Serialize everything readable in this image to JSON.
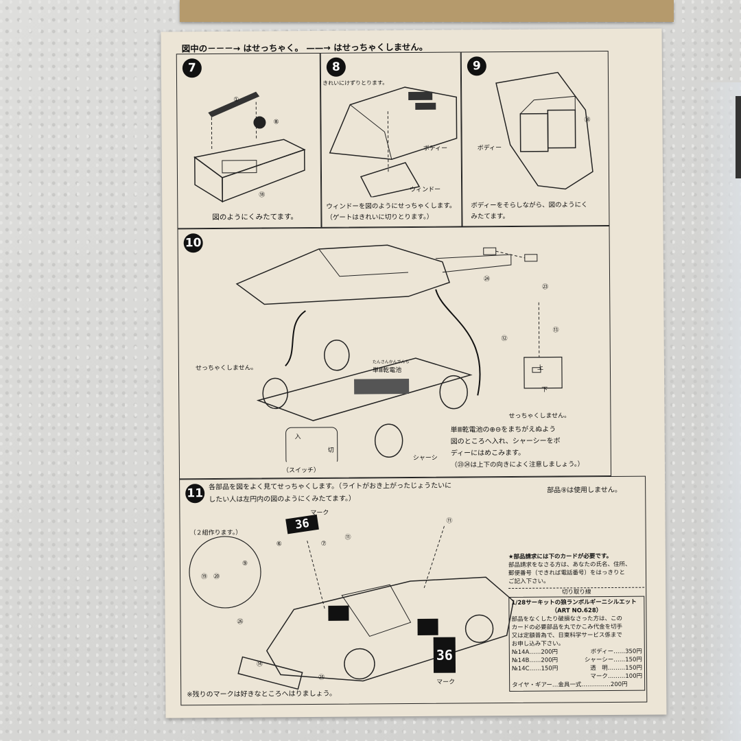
{
  "header": {
    "legend": "図中の－－－→ はせっちゃく。 ——→ はせっちゃくしません。"
  },
  "steps": {
    "s7": {
      "num": "7",
      "caption": "図のようにくみたてます。",
      "parts": [
        "①",
        "⑧",
        "⑱"
      ]
    },
    "s8": {
      "num": "8",
      "note": "きれいにけずりとります。",
      "body_label": "ボディー",
      "window_label": "ウィンドー",
      "caption1": "ウィンドーを図のようにせっちゃくします。",
      "caption2": "（ゲートはきれいに切りとります。）"
    },
    "s9": {
      "num": "9",
      "body_label": "ボディー",
      "part": "⑱",
      "caption1": "ボディーをそらしながら、図のようにく",
      "caption2": "みたてます。"
    },
    "s10": {
      "num": "10",
      "no_glue1": "せっちゃくしません。",
      "no_glue2": "せっちゃくしません。",
      "battery_ruby": "たんさんかんでんち",
      "battery": "単Ⅲ乾電池",
      "chassis": "シャーシ",
      "switch": "（スイッチ）",
      "sw_on": "入",
      "sw_off": "切",
      "up": "上",
      "down": "下",
      "parts": [
        "㉔",
        "㉓",
        "⑬",
        "⑫"
      ],
      "note1": "単Ⅲ乾電池の⊕⊖をまちがえぬよう",
      "note2": "図のところへ入れ、シャーシーをボ",
      "note3": "ディーにはめこみます。",
      "note4": "（㉓㉔は上下の向きによく注意しましょう。）"
    },
    "s11": {
      "num": "11",
      "text1": "各部品を図をよく見てせっちゃくします。（ライトがおき上がったじょうたいに",
      "text2": "したい人は左円内の図のようにくみたてます。）",
      "unused": "部品⑨は使用しません。",
      "two_sets": "（２組作ります。）",
      "mark": "マーク",
      "mark2": "マーク",
      "decal": "36",
      "parts": [
        "⑥",
        "⑦",
        "⑪",
        "⑪",
        "⑲",
        "⑳",
        "⑨",
        "㉖",
        "⑭",
        "㉕"
      ],
      "footer": "※残りのマークは好きなところへはりましょう。"
    }
  },
  "card": {
    "title": "★部品請求には下のカードが必要です。",
    "p1": "部品請求をなさる方は、あなたの氏名、住所、",
    "p2": "郵便番号（できれば電話番号）をはっきりと",
    "p3": "ご記入下さい。",
    "cut": "切り取り線",
    "product": "1/28サーキットの狼ランボルギーニシルエット",
    "art": "（ART NO.628）",
    "b1": "部品をなくしたり破損なさった方は、この",
    "b2": "カードの必要部品を丸でかこみ代金を切手",
    "b3": "又は定額普為で、日東科学サービス係まで",
    "b4": "お申し込み下さい。",
    "prices": [
      {
        "left": "№14A……200円",
        "right": "ボディー……350円"
      },
      {
        "left": "№14B……200円",
        "right": "シャーシー……150円"
      },
      {
        "left": "№14C……150円",
        "right": "透　明………150円"
      },
      {
        "left": "",
        "right": "マーク………100円"
      }
    ],
    "last": "タイヤ・ギアー…金具一式……………200円"
  }
}
